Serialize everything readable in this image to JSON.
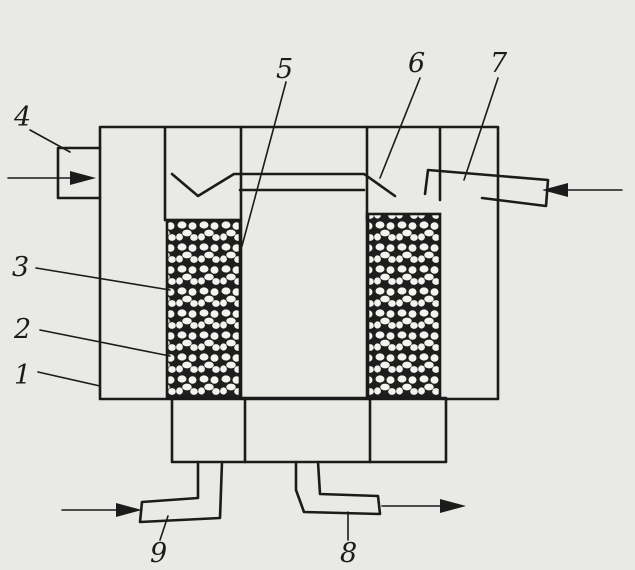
{
  "diagram": {
    "labels": {
      "l1": "1",
      "l2": "2",
      "l3": "3",
      "l4": "4",
      "l5": "5",
      "l6": "6",
      "l7": "7",
      "l8": "8",
      "l9": "9"
    },
    "colors": {
      "line": "#1b1b1b",
      "paper": "#e9e9e6",
      "packing_dark": "#1e1e1e",
      "packing_light": "#f4f4f0"
    }
  }
}
